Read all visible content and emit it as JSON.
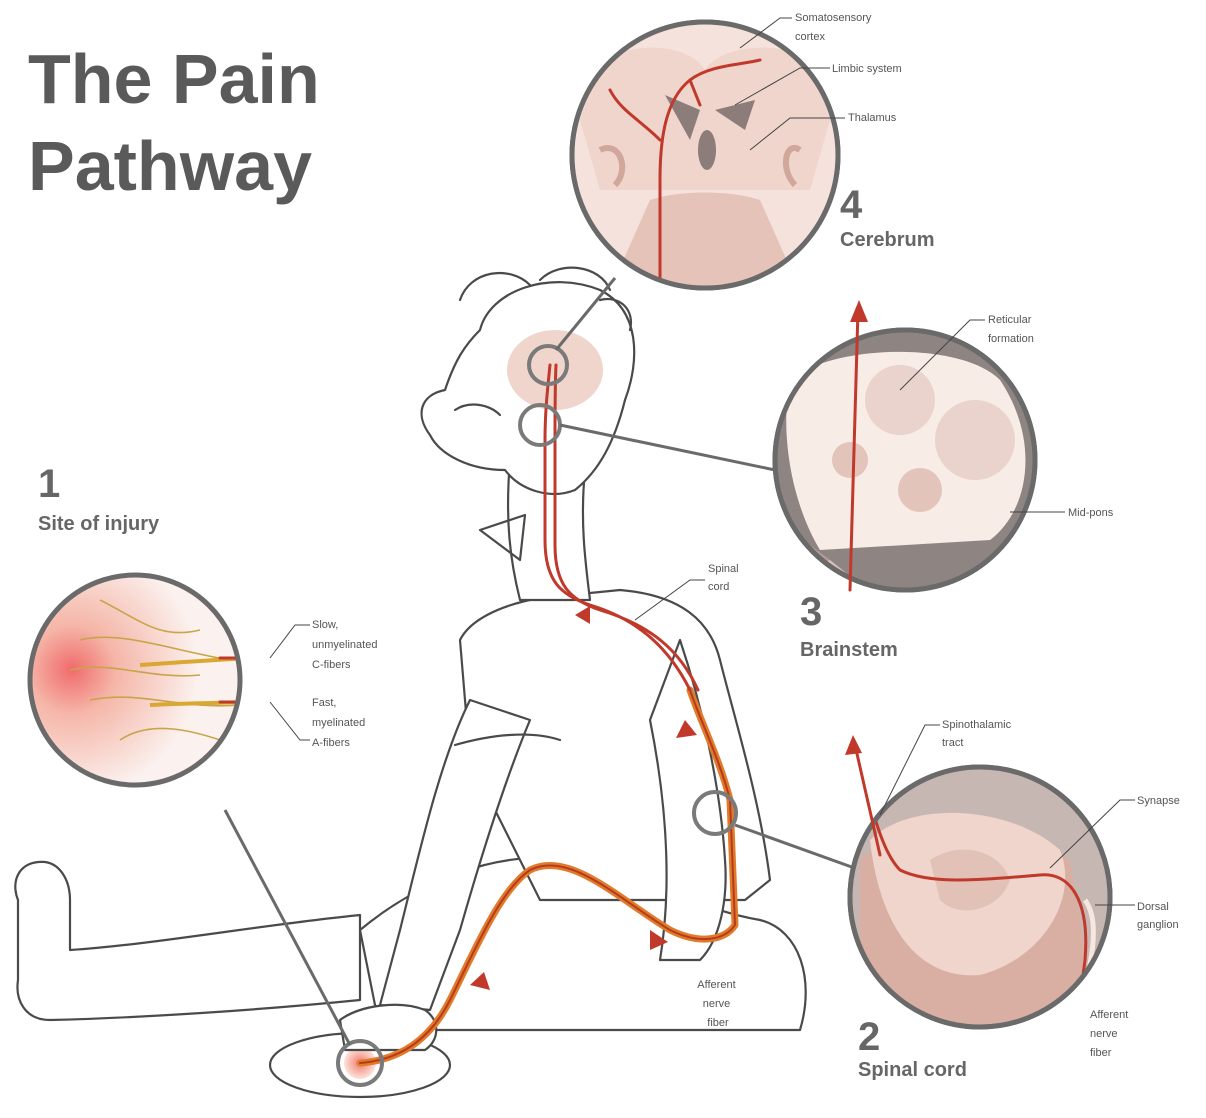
{
  "title": {
    "line1": "The Pain",
    "line2": "Pathway"
  },
  "steps": [
    {
      "number": "1",
      "name": "Site of injury"
    },
    {
      "number": "2",
      "name": "Spinal cord"
    },
    {
      "number": "3",
      "name": "Brainstem"
    },
    {
      "number": "4",
      "name": "Cerebrum"
    }
  ],
  "callouts": {
    "slow_fibers": [
      "Slow,",
      "unmyelinated",
      "C-fibers"
    ],
    "fast_fibers": [
      "Fast,",
      "myelinated",
      "A-fibers"
    ],
    "spinal_cord_body": [
      "Spinal",
      "cord"
    ],
    "afferent_body": [
      "Afferent",
      "nerve",
      "fiber"
    ],
    "spinothalamic": [
      "Spinothalamic",
      "tract"
    ],
    "synapse": [
      "Synapse"
    ],
    "dorsal_ganglion": [
      "Dorsal",
      "ganglion"
    ],
    "afferent_zoom": [
      "Afferent",
      "nerve",
      "fiber"
    ],
    "reticular": [
      "Reticular",
      "formation"
    ],
    "mid_pons": [
      "Mid-pons"
    ],
    "somatosensory": [
      "Somatosensory",
      "cortex"
    ],
    "limbic": [
      "Limbic system"
    ],
    "thalamus": [
      "Thalamus"
    ]
  },
  "colors": {
    "signal_red": "#c0392b",
    "nerve_orange": "#e07b2a",
    "tissue_pink": "#efd5cc",
    "ring_grey": "#6a6a6a"
  }
}
